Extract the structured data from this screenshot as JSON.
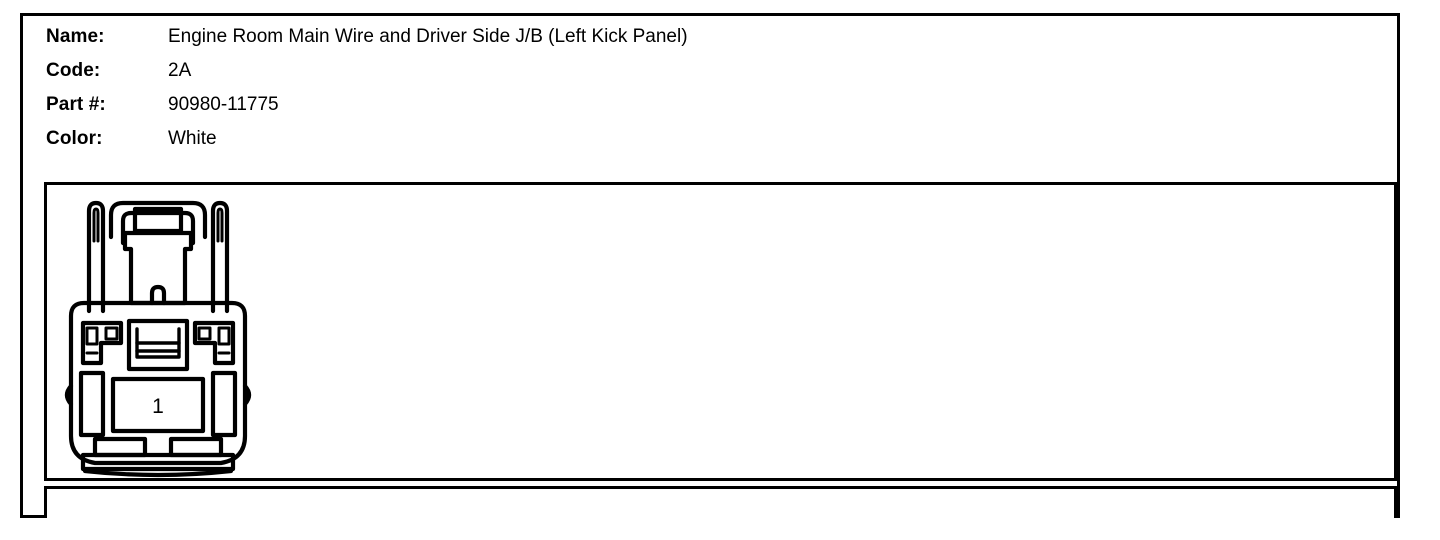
{
  "spec_sheet": {
    "fields": [
      {
        "label": "Name:",
        "value": "Engine Room Main Wire and Driver Side J/B (Left Kick Panel)"
      },
      {
        "label": "Code:",
        "value": "2A"
      },
      {
        "label": "Part #:",
        "value": "90980-11775"
      },
      {
        "label": "Color:",
        "value": "White"
      }
    ]
  },
  "diagram": {
    "connector": {
      "type": "automotive-connector-face-view",
      "cavity_labels": [
        "1"
      ],
      "cavity_count": 1,
      "orientation": "front",
      "line_color": "#000000",
      "fill_color": "#ffffff"
    }
  }
}
